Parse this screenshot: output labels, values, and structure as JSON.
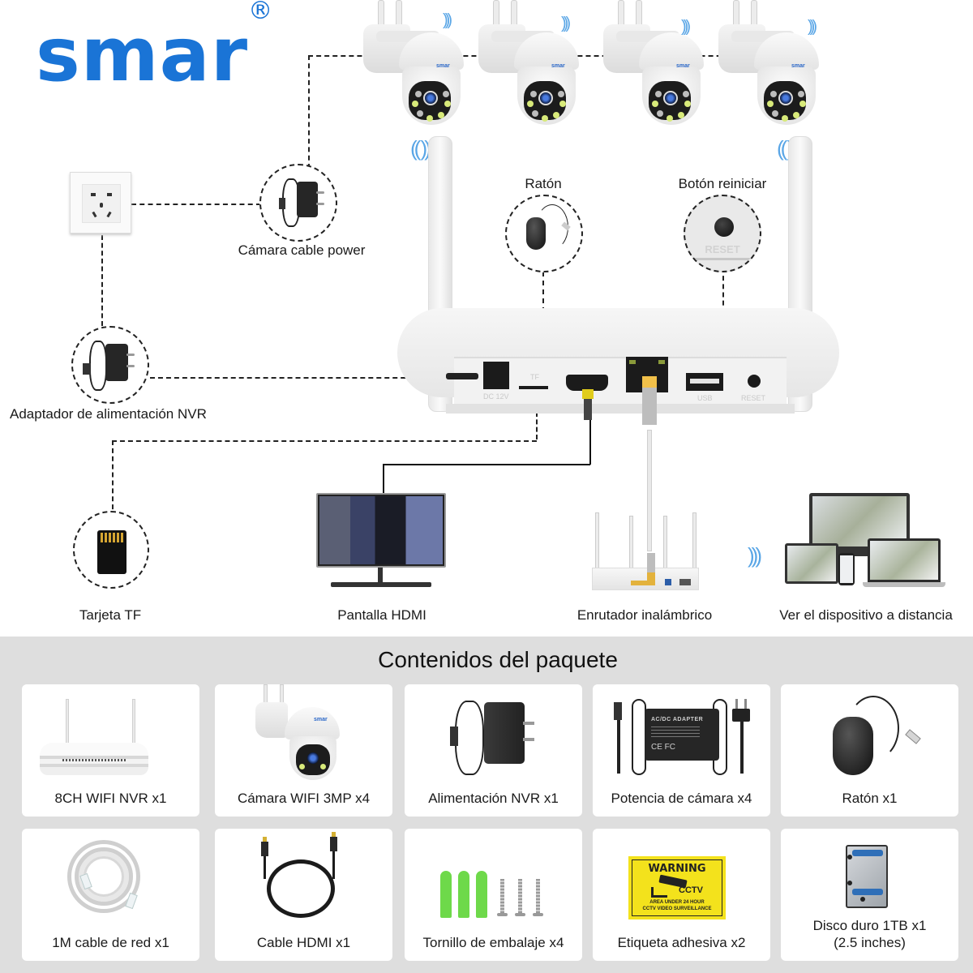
{
  "brand": {
    "logo_text": "smar",
    "registered_mark": "®",
    "logo_color": "#1a74d6"
  },
  "diagram": {
    "cameras": [
      {
        "name": "wifi-ptz-camera-1",
        "brand_label": "smar"
      },
      {
        "name": "wifi-ptz-camera-2",
        "brand_label": "smar"
      },
      {
        "name": "wifi-ptz-camera-3",
        "brand_label": "smar"
      },
      {
        "name": "wifi-ptz-camera-4",
        "brand_label": "smar"
      }
    ],
    "labels": {
      "camera_power": "Cámara cable power",
      "mouse": "Ratón",
      "reset_button": "Botón reiniciar",
      "reset_text": "RESET",
      "nvr_adapter": "Adaptador de alimentación NVR",
      "tf_card": "Tarjeta TF",
      "hdmi_display": "Pantalla HDMI",
      "wireless_router": "Enrutador inalámbrico",
      "remote_view": "Ver el dispositivo a distancia"
    },
    "nvr_ports": {
      "dc": "DC 12V",
      "tf": "TF",
      "usb": "USB",
      "reset": "RESET"
    },
    "icons": [
      "wall-socket-icon",
      "power-adapter-icon",
      "mouse-icon",
      "reset-button-icon",
      "tf-card-icon",
      "monitor-icon",
      "router-icon",
      "remote-devices-icon",
      "wifi-signal-icon"
    ],
    "accent_wifi_color": "#5aa6e6"
  },
  "package": {
    "title": "Contenidos del paquete",
    "items": [
      {
        "label": "8CH WIFI NVR x1",
        "icon": "nvr-icon"
      },
      {
        "label": "Cámara WIFI 3MP x4",
        "icon": "camera-icon"
      },
      {
        "label": "Alimentación NVR x1",
        "icon": "power-adapter-icon"
      },
      {
        "label": "Potencia de cámara x4",
        "icon": "camera-power-supply-icon"
      },
      {
        "label": "Ratón x1",
        "icon": "mouse-icon"
      },
      {
        "label": "1M cable de red x1",
        "icon": "network-cable-icon"
      },
      {
        "label": "Cable HDMI x1",
        "icon": "hdmi-cable-icon"
      },
      {
        "label": "Tornillo de embalaje x4",
        "icon": "screws-icon"
      },
      {
        "label": "Etiqueta adhesiva x2",
        "icon": "warning-sticker-icon"
      },
      {
        "label": "Disco duro 1TB  x1",
        "sublabel": "(2.5 inches)",
        "icon": "hard-drive-icon"
      }
    ],
    "adapter_text": {
      "title": "AC/DC ADAPTER"
    },
    "sticker_text": {
      "warning": "WARNING",
      "cctv": "CCTV",
      "line1": "AREA UNDER 24 HOUR",
      "line2": "CCTV VIDEO SURVEILLANCE"
    },
    "background_color": "#dedede",
    "sticker_color": "#f3e21c"
  }
}
